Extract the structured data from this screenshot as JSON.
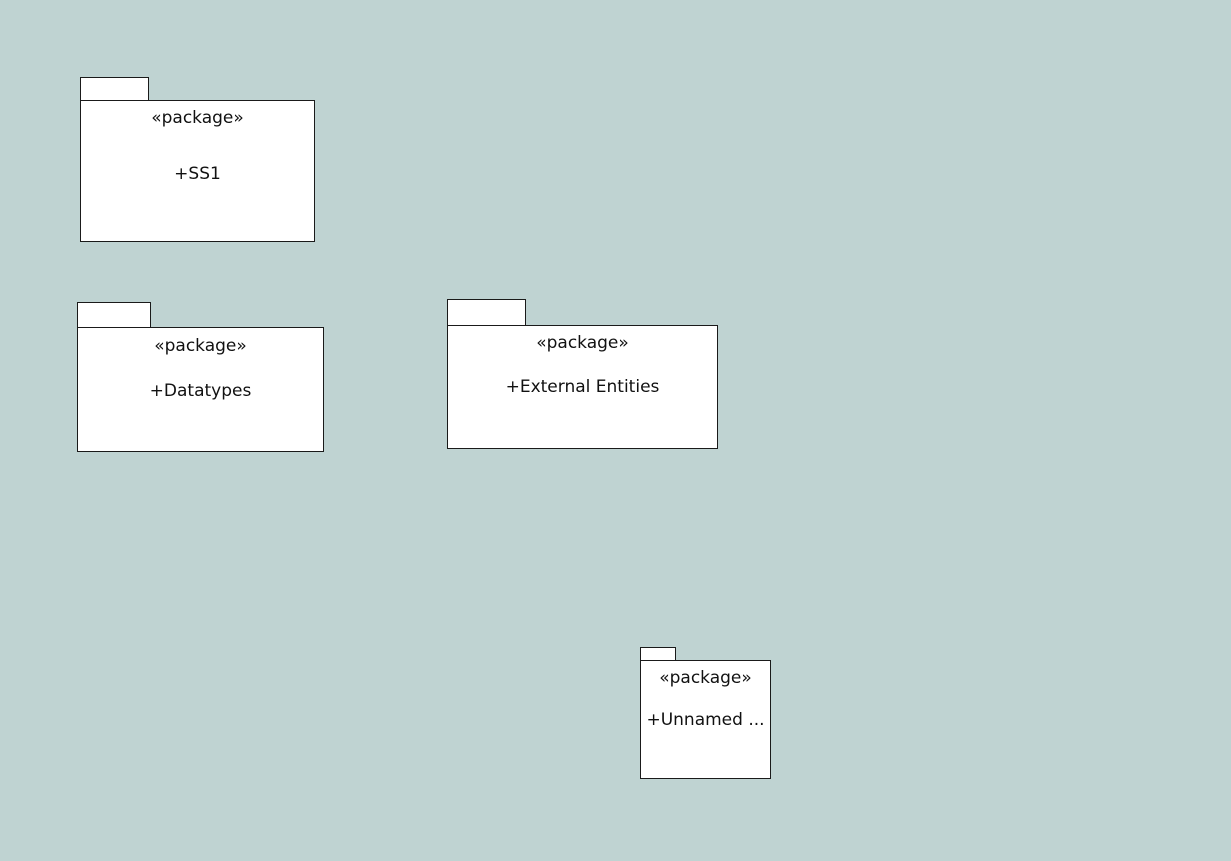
{
  "diagram": {
    "packages": [
      {
        "stereotype": "«package»",
        "name": "+SS1"
      },
      {
        "stereotype": "«package»",
        "name": "+Datatypes"
      },
      {
        "stereotype": "«package»",
        "name": "+External Entities"
      },
      {
        "stereotype": "«package»",
        "name": "+Unnamed ..."
      }
    ],
    "colors": {
      "background": "#bfd3d2",
      "package_fill": "#ffffff",
      "package_border": "#1a1a1a"
    }
  }
}
